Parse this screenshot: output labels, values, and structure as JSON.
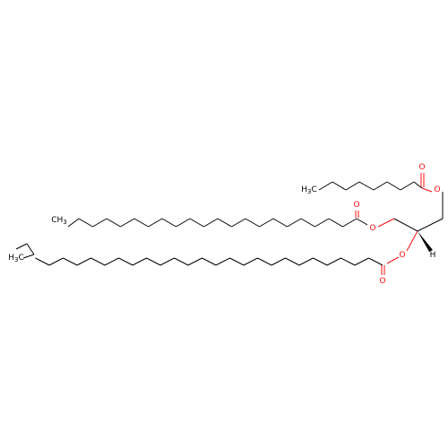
{
  "molecule": {
    "atoms": {
      "ring_o1": "O",
      "ring_o2": "O",
      "ring_o3": "O",
      "carbonyl_o1": "O",
      "carbonyl_o2": "O",
      "carbonyl_o3": "O",
      "h_stereo": "H"
    },
    "terminal_groups": {
      "ch3_octanoyl": {
        "main": "H",
        "sub": "3",
        "tail": "C"
      },
      "ch3_long": {
        "main": "CH",
        "sub": "3",
        "tail": ""
      },
      "h3c_branch": {
        "main": "H",
        "sub": "3",
        "tail": "C"
      }
    }
  },
  "colors": {
    "bond": "#000000",
    "oxygen": "#ff0d0d"
  }
}
